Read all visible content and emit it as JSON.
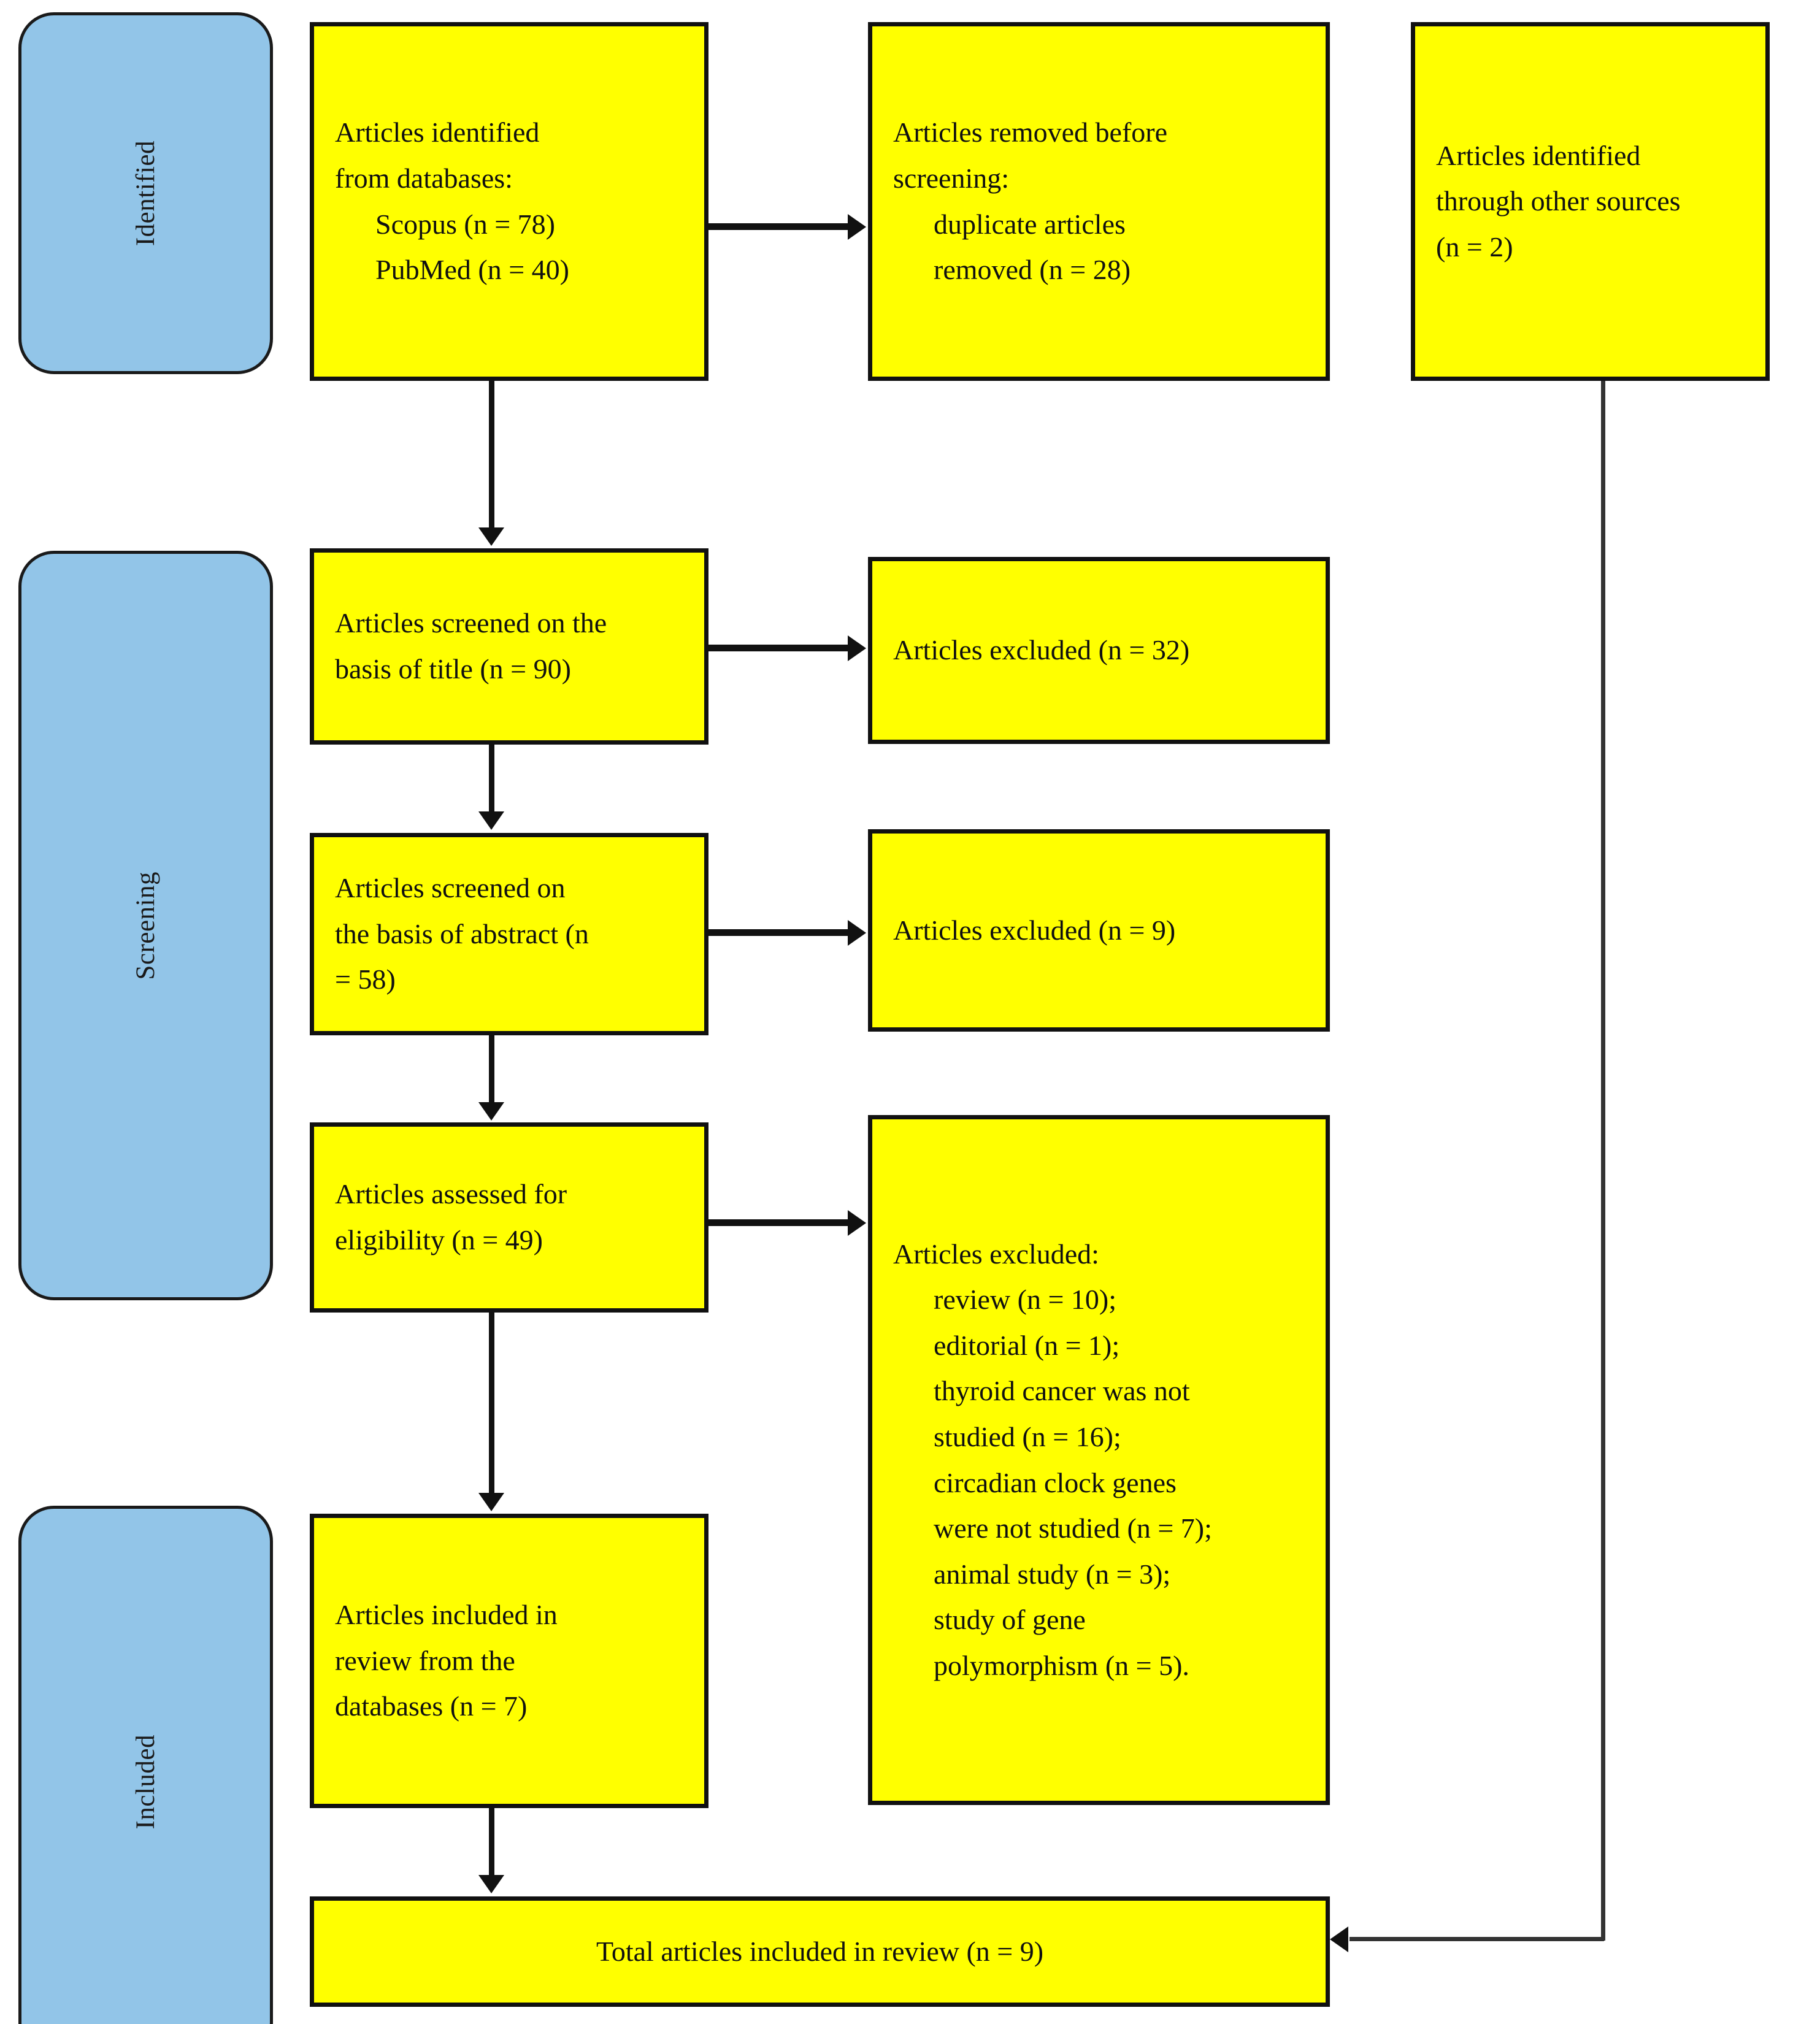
{
  "diagram": {
    "type": "prisma-flow-diagram",
    "title": "PRISMA flow diagram",
    "colors": {
      "stage_fill": "#92c5e8",
      "box_fill": "#ffff00",
      "stroke": "#111111",
      "text": "#101010"
    }
  },
  "stages": [
    {
      "id": "identified",
      "label": "Identified"
    },
    {
      "id": "screening",
      "label": "Screening"
    },
    {
      "id": "included",
      "label": "Included"
    }
  ],
  "boxes": {
    "identified_databases": {
      "lines": [
        "Articles identified",
        "from databases:"
      ],
      "indented_lines": [
        "Scopus (n = 78)",
        "PubMed (n = 40)"
      ]
    },
    "removed_before_screening": {
      "lines": [
        "Articles removed before",
        "screening:"
      ],
      "indented_lines": [
        "duplicate articles",
        "removed (n = 28)"
      ]
    },
    "identified_other_sources": {
      "lines": [
        "Articles identified",
        "through other sources",
        "(n = 2)"
      ]
    },
    "screened_title": {
      "lines": [
        "Articles screened on the",
        "basis of title (n = 90)"
      ]
    },
    "excluded_title": {
      "lines": [
        "Articles excluded (n = 32)"
      ]
    },
    "screened_abstract": {
      "lines": [
        "Articles screened on",
        "the basis of abstract (n",
        "= 58)"
      ]
    },
    "excluded_abstract": {
      "lines": [
        "Articles excluded (n = 9)"
      ]
    },
    "assessed_eligibility": {
      "lines": [
        "Articles assessed for",
        "eligibility (n = 49)"
      ]
    },
    "excluded_reasons": {
      "lines": [
        "Articles excluded:"
      ],
      "indented_lines": [
        "review (n = 10);",
        "editorial (n = 1);",
        "thyroid cancer was not",
        "studied (n = 16);",
        "circadian clock genes",
        "were not studied (n = 7);",
        "animal study (n = 3);",
        "study of gene",
        "polymorphism (n = 5)."
      ]
    },
    "included_from_databases": {
      "lines": [
        "Articles included in",
        "review from the",
        "databases (n = 7)"
      ]
    },
    "total_included": {
      "lines": [
        "Total articles included in review (n = 9)"
      ]
    }
  }
}
